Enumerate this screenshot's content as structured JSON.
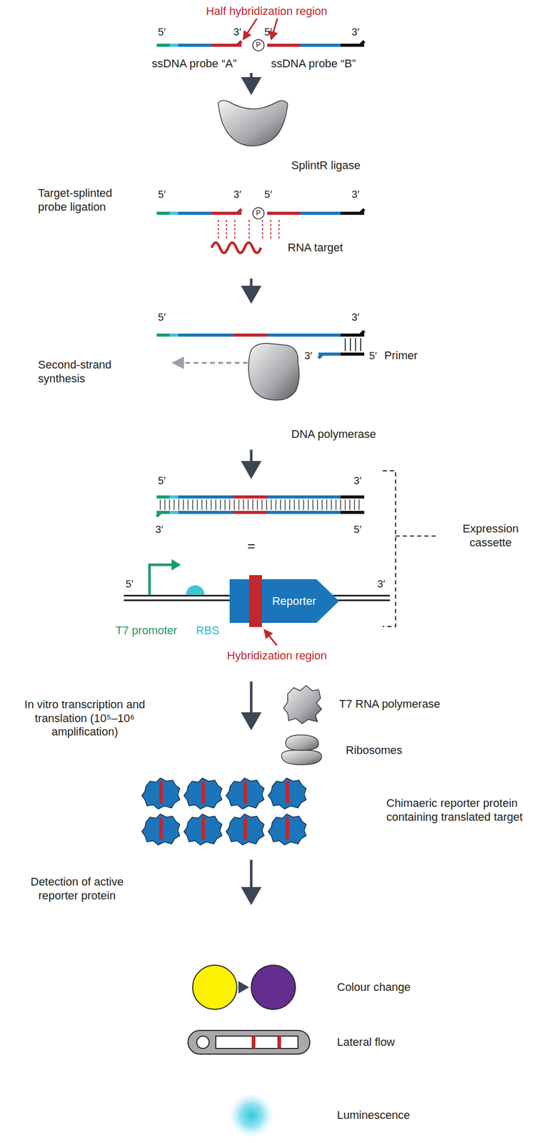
{
  "diagram": {
    "nodes": [
      {
        "text": [
          "Reporter"
        ]
      }
    ],
    "labels": [
      "Half hybridization region",
      "5′",
      "3′",
      "5′",
      "3′",
      "P",
      "ssDNA probe “A”",
      "ssDNA probe “B”",
      "SplintR ligase",
      "Target-splinted probe ligation",
      "5′",
      "3′",
      "P",
      "5′",
      "3′",
      "RNA target",
      "Second-strand synthesis",
      "5′",
      "3′",
      "3′",
      "5′",
      "Primer",
      "DNA polymerase",
      "5′",
      "3′",
      "3′",
      "5′",
      "=",
      "Expression cassette",
      "5′",
      "T7 promoter",
      "RBS",
      "3′",
      "Hybridization region",
      "In vitro transcription and translation (10⁵–10⁶ amplification)",
      "T7 RNA polymerase",
      "Ribosomes",
      "Chimaeric reporter protein containing translated target",
      "Detection of active reporter protein",
      "Colour change",
      "Lateral flow",
      "Luminescence"
    ]
  }
}
